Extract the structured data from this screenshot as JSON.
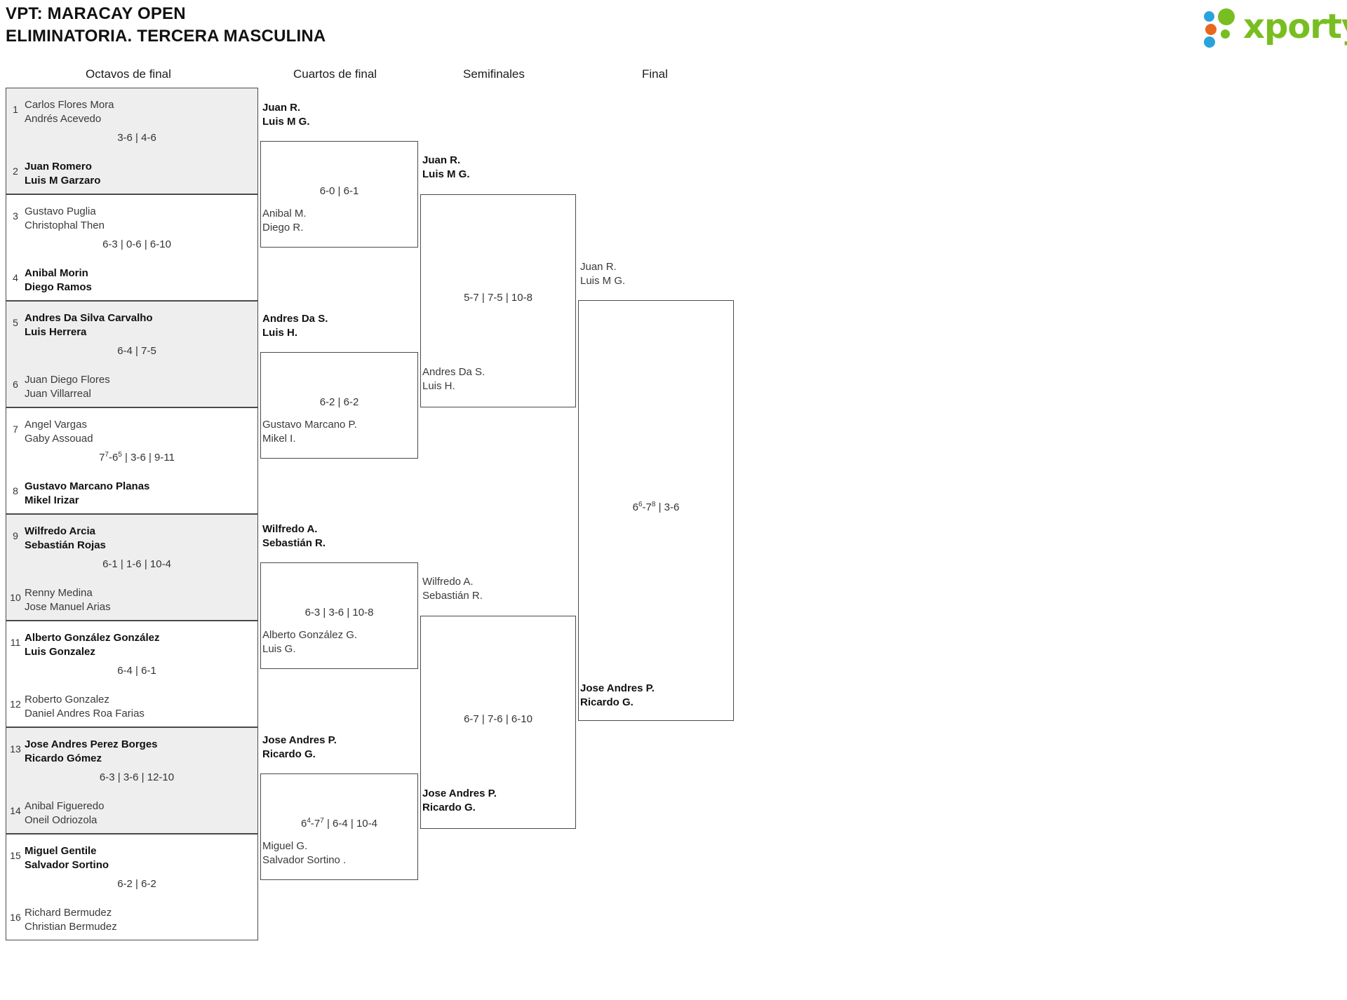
{
  "header": {
    "title_line1": "VPT: MARACAY OPEN",
    "title_line2": "ELIMINATORIA. TERCERA MASCULINA",
    "logo_word": "xporty",
    "logo_colors": {
      "green": "#78be20",
      "blue": "#29a3dc",
      "orange": "#e8671c"
    }
  },
  "rounds": [
    {
      "id": "r16",
      "label": "Octavos de final"
    },
    {
      "id": "qf",
      "label": "Cuartos de final"
    },
    {
      "id": "sf",
      "label": "Semifinales"
    },
    {
      "id": "f",
      "label": "Final"
    }
  ],
  "round1": [
    {
      "score": "3-6 | 4-6",
      "top": {
        "seed": "1",
        "p1": "Carlos Flores Mora",
        "p2": "Andrés Acevedo",
        "winner": false
      },
      "bottom": {
        "seed": "2",
        "p1": "Juan Romero",
        "p2": "Luis M Garzaro",
        "winner": true
      }
    },
    {
      "score": "6-3 | 0-6 | 6-10",
      "top": {
        "seed": "3",
        "p1": "Gustavo Puglia",
        "p2": "Christophal Then",
        "winner": false
      },
      "bottom": {
        "seed": "4",
        "p1": "Anibal Morin",
        "p2": "Diego Ramos",
        "winner": true
      }
    },
    {
      "score": "6-4 | 7-5",
      "top": {
        "seed": "5",
        "p1": "Andres Da Silva Carvalho",
        "p2": "Luis Herrera",
        "winner": true
      },
      "bottom": {
        "seed": "6",
        "p1": "Juan Diego Flores",
        "p2": "Juan Villarreal",
        "winner": false
      }
    },
    {
      "score_html": "7<sup>7</sup>-6<sup>5</sup> | 3-6 | 9-11",
      "score": "7(7)-6(5) | 3-6 | 9-11",
      "top": {
        "seed": "7",
        "p1": "Angel Vargas",
        "p2": "Gaby Assouad",
        "winner": false
      },
      "bottom": {
        "seed": "8",
        "p1": "Gustavo Marcano Planas",
        "p2": "Mikel Irizar",
        "winner": true
      }
    },
    {
      "score": "6-1 | 1-6 | 10-4",
      "top": {
        "seed": "9",
        "p1": "Wilfredo Arcia",
        "p2": "Sebastián Rojas",
        "winner": true
      },
      "bottom": {
        "seed": "10",
        "p1": "Renny Medina",
        "p2": "Jose Manuel Arias",
        "winner": false
      }
    },
    {
      "score": "6-4 | 6-1",
      "top": {
        "seed": "11",
        "p1": "Alberto González González",
        "p2": "Luis Gonzalez",
        "winner": true
      },
      "bottom": {
        "seed": "12",
        "p1": "Roberto Gonzalez",
        "p2": "Daniel Andres Roa Farias",
        "winner": false
      }
    },
    {
      "score": "6-3 | 3-6 | 12-10",
      "top": {
        "seed": "13",
        "p1": "Jose Andres Perez Borges",
        "p2": "Ricardo Gómez",
        "winner": true
      },
      "bottom": {
        "seed": "14",
        "p1": "Anibal Figueredo",
        "p2": "Oneil Odriozola",
        "winner": false
      }
    },
    {
      "score": "6-2 | 6-2",
      "top": {
        "seed": "15",
        "p1": "Miguel Gentile",
        "p2": "Salvador Sortino",
        "winner": true
      },
      "bottom": {
        "seed": "16",
        "p1": "Richard Bermudez",
        "p2": "Christian Bermudez",
        "winner": false
      }
    }
  ],
  "quarterfinals": [
    {
      "score": "6-0 | 6-1",
      "top": {
        "p1": "Juan R.",
        "p2": "Luis M G.",
        "winner": true
      },
      "bottom": {
        "p1": "Anibal M.",
        "p2": "Diego R.",
        "winner": false
      }
    },
    {
      "score": "6-2 | 6-2",
      "top": {
        "p1": "Andres Da S.",
        "p2": "Luis H.",
        "winner": true
      },
      "bottom": {
        "p1": "Gustavo Marcano P.",
        "p2": "Mikel I.",
        "winner": false
      }
    },
    {
      "score": "6-3 | 3-6 | 10-8",
      "top": {
        "p1": "Wilfredo A.",
        "p2": "Sebastián R.",
        "winner": true
      },
      "bottom": {
        "p1": "Alberto González G.",
        "p2": "Luis G.",
        "winner": false
      }
    },
    {
      "score_html": "6<sup>4</sup>-7<sup>7</sup> | 6-4 | 10-4",
      "score": "6(4)-7(7) | 6-4 | 10-4",
      "top": {
        "p1": "Jose Andres P.",
        "p2": "Ricardo G.",
        "winner": true
      },
      "bottom": {
        "p1": "Miguel G.",
        "p2": "Salvador Sortino .",
        "winner": false
      }
    }
  ],
  "semifinals": [
    {
      "score": "5-7 | 7-5 | 10-8",
      "top": {
        "p1": "Juan R.",
        "p2": "Luis M G.",
        "winner": true
      },
      "bottom": {
        "p1": "Andres Da S.",
        "p2": "Luis H.",
        "winner": false
      }
    },
    {
      "score": "6-7 | 7-6 | 6-10",
      "top": {
        "p1": "Wilfredo A.",
        "p2": "Sebastián R.",
        "winner": false
      },
      "bottom": {
        "p1": "Jose Andres P.",
        "p2": "Ricardo G.",
        "winner": true
      }
    }
  ],
  "final": {
    "score_html": "6<sup>6</sup>-7<sup>8</sup> | 3-6",
    "score": "6(6)-7(8) | 3-6",
    "top": {
      "p1": "Juan R.",
      "p2": "Luis M G.",
      "winner": false
    },
    "bottom": {
      "p1": "Jose Andres P.",
      "p2": "Ricardo G.",
      "winner": true
    }
  }
}
